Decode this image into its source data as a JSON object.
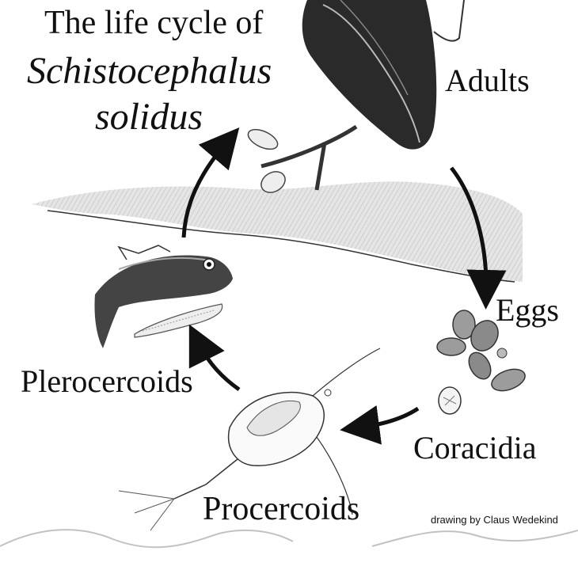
{
  "title": {
    "line1": "The life cycle of",
    "line2": "Schistocephalus",
    "line3": "solidus"
  },
  "stages": {
    "adults": "Adults",
    "eggs": "Eggs",
    "coracidia": "Coracidia",
    "procercoids": "Procercoids",
    "plerocercoids": "Plerocercoids"
  },
  "credit": "drawing by Claus Wedekind",
  "icons": {
    "bird": "bird-head-icon",
    "fish": "stickleback-fish-icon",
    "copepod": "copepod-icon",
    "eggs": "egg-cluster-icon",
    "coracidium": "coracidium-icon",
    "plerocercoid": "plerocercoid-worm-icon"
  },
  "colors": {
    "ink": "#111111",
    "shading": "#9a9a9a"
  }
}
